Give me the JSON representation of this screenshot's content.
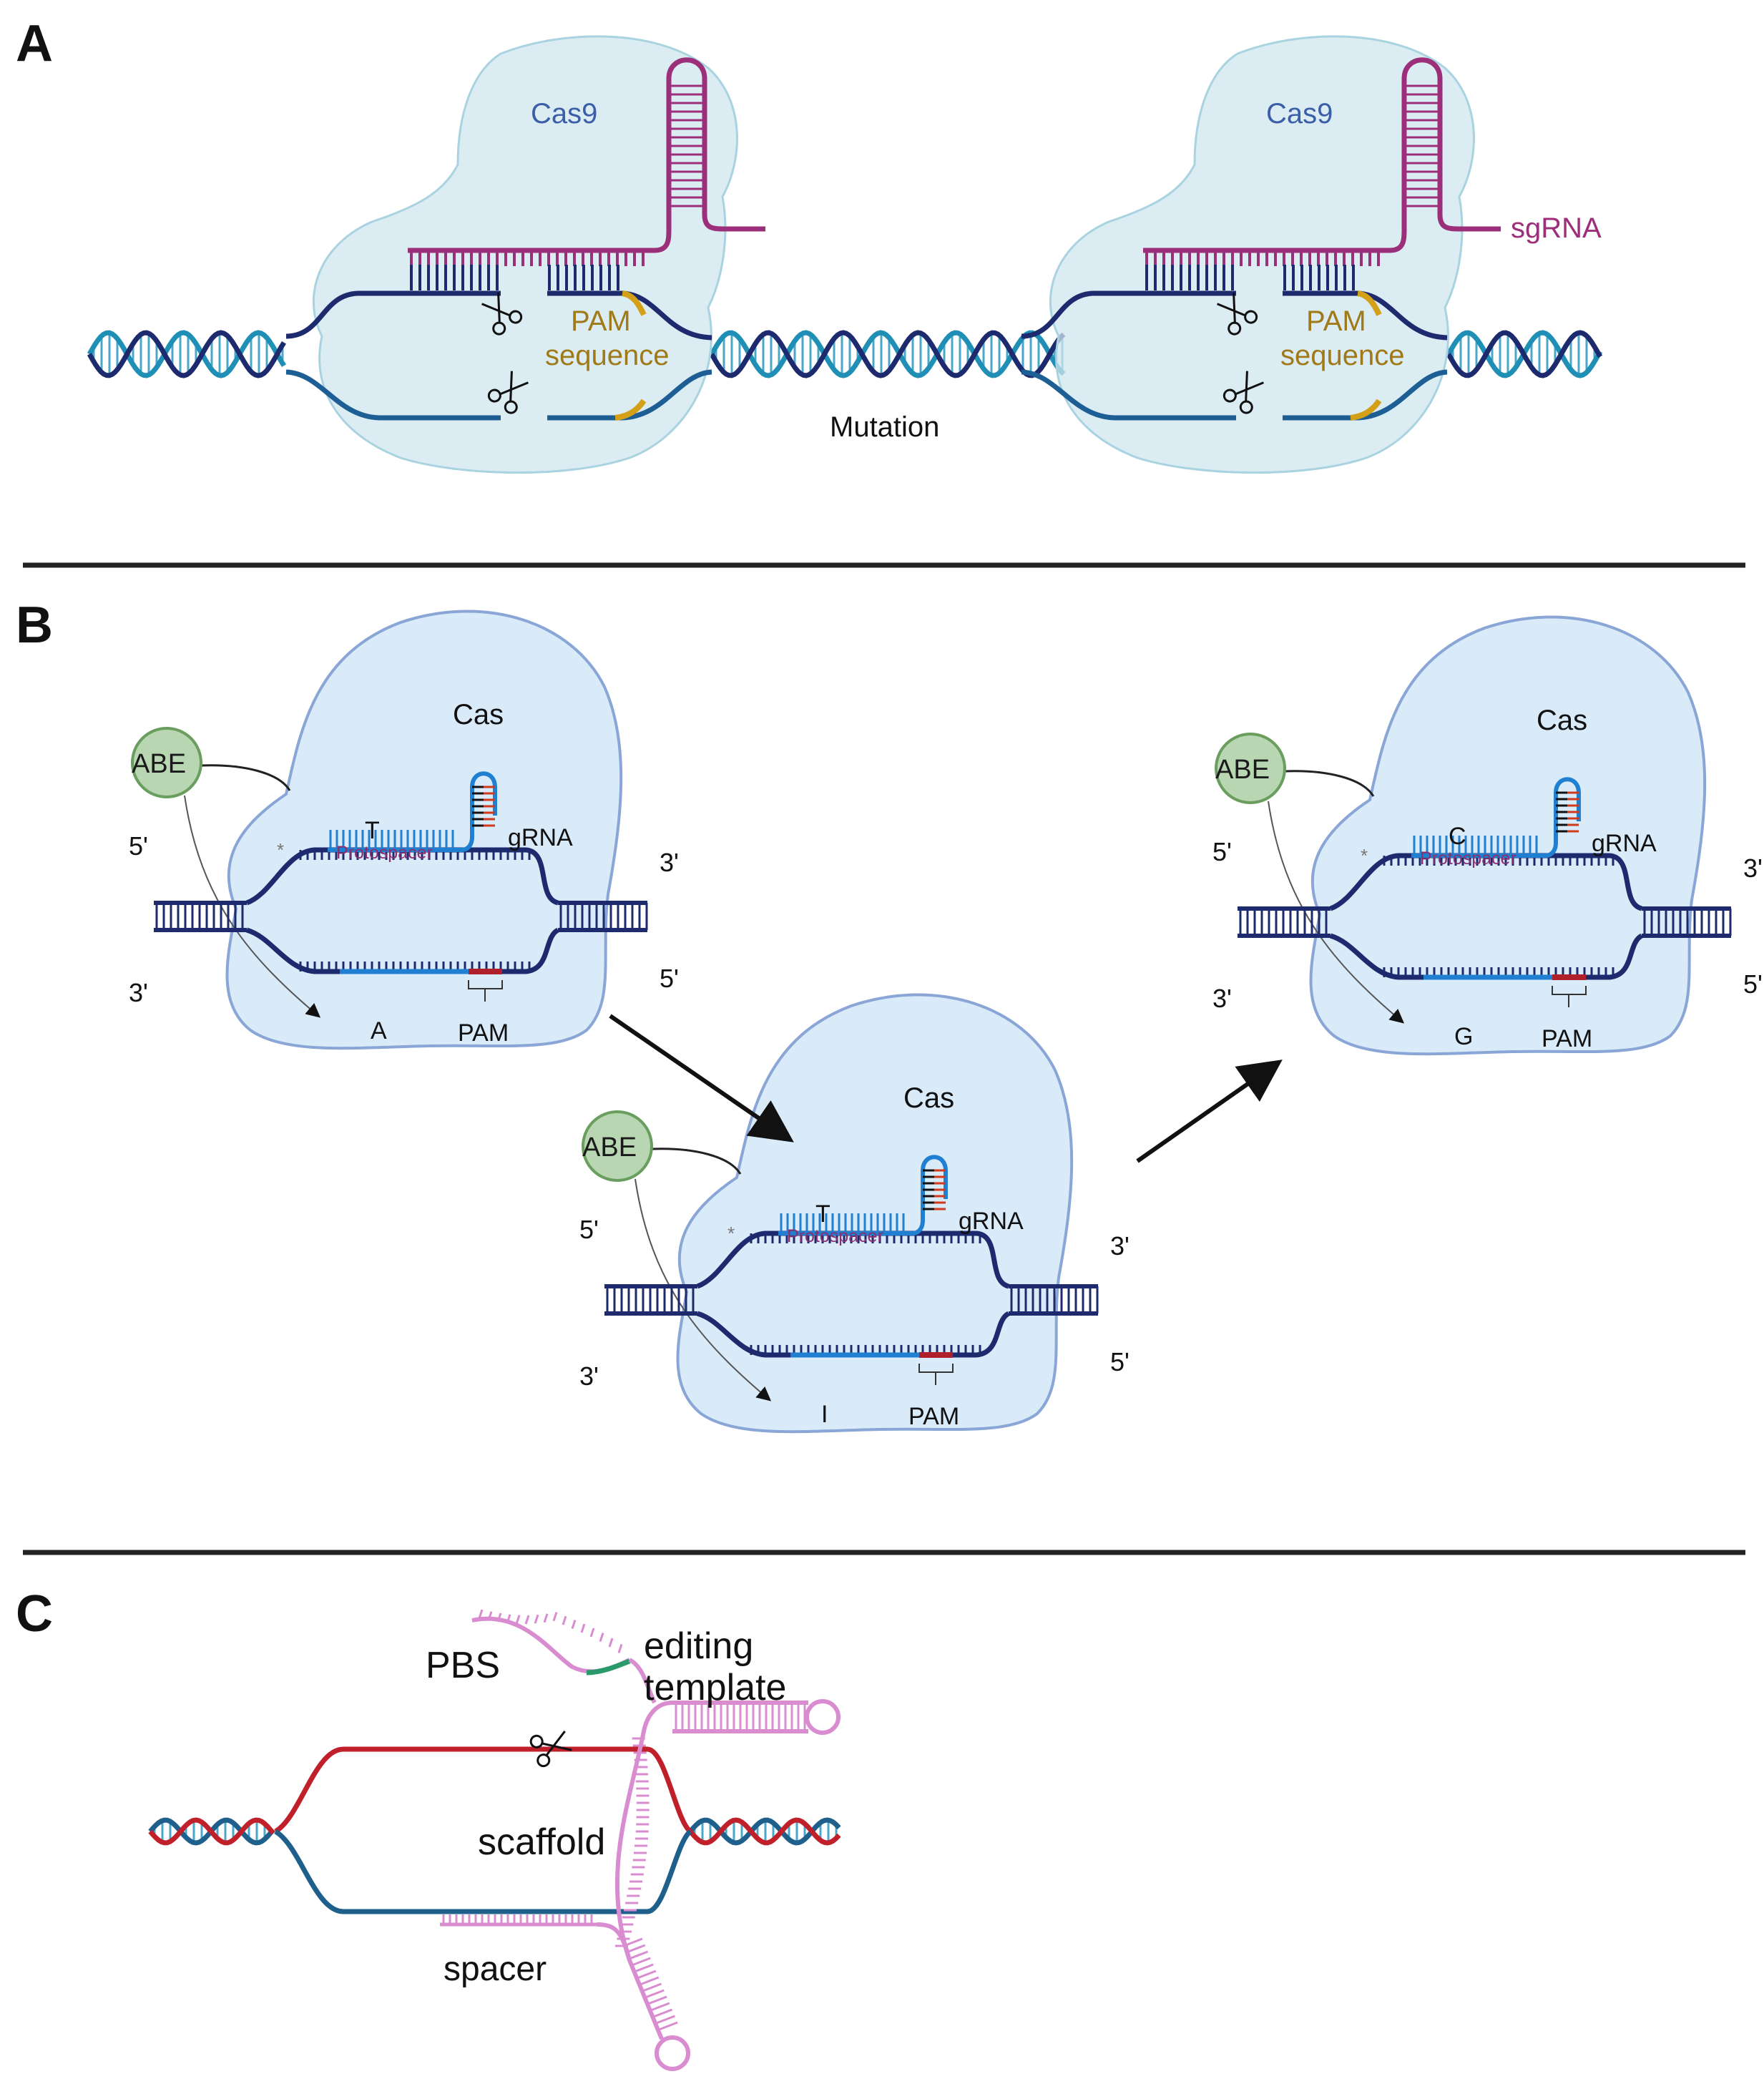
{
  "panels": {
    "a": {
      "letter": "A",
      "cas9_label": "Cas9",
      "pam_line1": "PAM",
      "pam_line2": "sequence",
      "sgrna_label": "sgRNA",
      "mutation_label": "Mutation"
    },
    "b": {
      "letter": "B",
      "complexes": [
        {
          "cas": "Cas",
          "abe": "ABE",
          "top_base": "T",
          "protospacer": "Protospacer",
          "grna": "gRNA",
          "bottom_base": "A",
          "pam": "PAM",
          "end_tl": "5'",
          "end_bl": "3'",
          "end_tr": "3'",
          "end_br": "5'"
        },
        {
          "cas": "Cas",
          "abe": "ABE",
          "top_base": "T",
          "protospacer": "Protospacer",
          "grna": "gRNA",
          "bottom_base": "I",
          "pam": "PAM",
          "end_tl": "5'",
          "end_bl": "3'",
          "end_tr": "3'",
          "end_br": "5'"
        },
        {
          "cas": "Cas",
          "abe": "ABE",
          "top_base": "C",
          "protospacer": "Protospacer",
          "grna": "gRNA",
          "bottom_base": "G",
          "pam": "PAM",
          "end_tl": "5'",
          "end_bl": "3'",
          "end_tr": "3'",
          "end_br": "5'"
        }
      ]
    },
    "c": {
      "letter": "C",
      "pbs_label": "PBS",
      "editing_line1": "editing",
      "editing_line2": "template",
      "scaffold_label": "scaffold",
      "spacer_label": "spacer"
    }
  },
  "colors": {
    "dna_dark": "#1e2a6e",
    "dna_teal": "#1f8fb5",
    "grna_magenta": "#9c2f7a",
    "pam_gold": "#d4a017",
    "cas_blob": "#d9eaf9",
    "abe_green": "#b9d6b3",
    "pe_pink": "#d98ccf",
    "pe_red": "#c0202a",
    "pe_blue": "#1f5f8b"
  }
}
